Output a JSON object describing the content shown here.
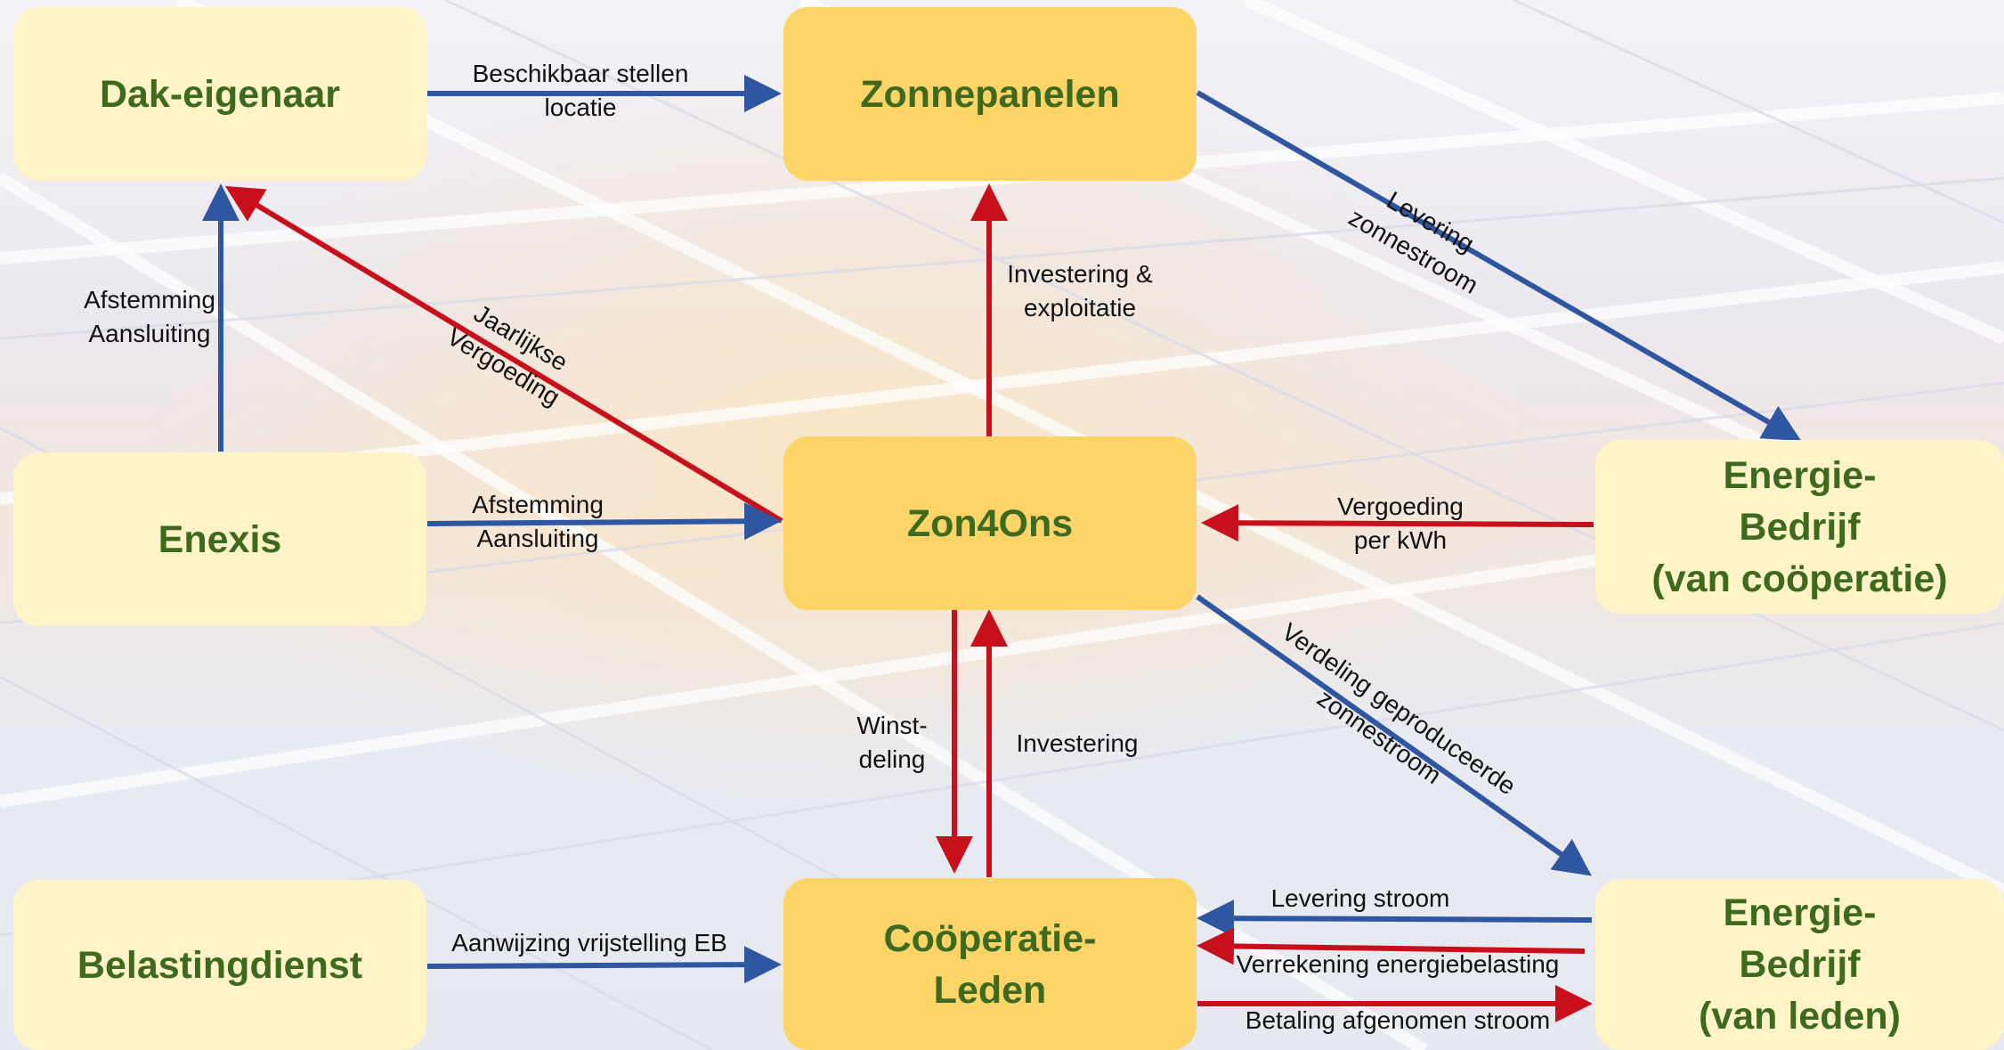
{
  "nodes": {
    "dak_eigenaar": "Dak-eigenaar",
    "zonnepanelen": "Zonnepanelen",
    "enexis": "Enexis",
    "zon4ons": "Zon4Ons",
    "energie_cooperatie": "Energie-\nBedrijf\n(van coöperatie)",
    "belastingdienst": "Belastingdienst",
    "cooperatie_leden": "Coöperatie-\nLeden",
    "energie_leden": "Energie-\nBedrijf\n(van leden)"
  },
  "edges": {
    "beschikbaar_stellen": "Beschikbaar stellen\nlocatie",
    "afstemming_dak": "Afstemming\nAansluiting",
    "jaarlijkse_vergoeding": "Jaarlijkse\nVergoeding",
    "investering_exploitatie": "Investering &\nexploitatie",
    "levering_zonnestroom": "Levering\nzonnestroom",
    "afstemming_zon4ons": "Afstemming\nAansluiting",
    "vergoeding_kwh": "Vergoeding\nper kWh",
    "winstdeling": "Winst-\ndeling",
    "investering": "Investering",
    "verdeling_zonnestroom": "Verdeling geproduceerde\nzonnestroom",
    "aanwijzing_eb": "Aanwijzing vrijstelling EB",
    "levering_stroom": "Levering stroom",
    "verrekening_eb": "Verrekening energiebelasting",
    "betaling_stroom": "Betaling afgenomen stroom"
  },
  "colors": {
    "blue_arrow": "#2f56a0",
    "red_arrow": "#c8101c",
    "node_light": "#fff3c8",
    "node_gold": "#fcd468",
    "node_text": "#3d6a1f"
  }
}
